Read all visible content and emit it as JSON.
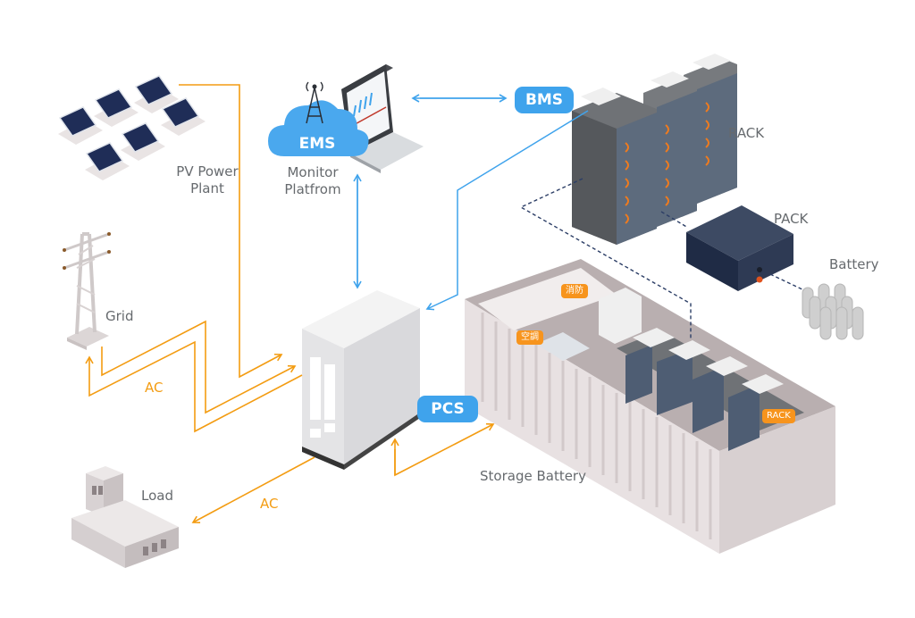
{
  "diagram": {
    "title": "Energy storage system architecture",
    "nodes": {
      "pv": {
        "label_line1": "PV Power",
        "label_line2": "Plant"
      },
      "grid": {
        "label": "Grid"
      },
      "load": {
        "label": "Load"
      },
      "ems": {
        "badge": "EMS",
        "label_line1": "Monitor",
        "label_line2": "Platfrom"
      },
      "bms": {
        "badge": "BMS"
      },
      "rack": {
        "label": "RACK"
      },
      "pack": {
        "label": "PACK"
      },
      "battery": {
        "label": "Battery"
      },
      "pcs": {
        "badge": "PCS"
      },
      "storage": {
        "label": "Storage Battery"
      },
      "container_tags": {
        "fire": "消防",
        "hvac": "空調",
        "rack": "RACK"
      }
    },
    "edges": [
      {
        "from": "pv",
        "to": "pcs",
        "type": "AC",
        "label": ""
      },
      {
        "from": "grid",
        "to": "pcs",
        "type": "AC",
        "label": "AC",
        "bidirectional": true
      },
      {
        "from": "pcs",
        "to": "load",
        "type": "AC",
        "label": "AC"
      },
      {
        "from": "pcs",
        "to": "storage",
        "type": "AC",
        "bidirectional": true
      },
      {
        "from": "ems",
        "to": "bms",
        "type": "comm",
        "bidirectional": true
      },
      {
        "from": "ems",
        "to": "pcs",
        "type": "comm",
        "bidirectional": true
      },
      {
        "from": "bms",
        "to": "pcs",
        "type": "comm",
        "bidirectional": true
      },
      {
        "from": "rack",
        "to": "pack",
        "type": "hierarchy"
      },
      {
        "from": "pack",
        "to": "battery",
        "type": "hierarchy"
      },
      {
        "from": "rack",
        "to": "storage",
        "type": "hierarchy"
      }
    ],
    "colors": {
      "ac_line": "#f39c12",
      "comm_line": "#3fa3ec",
      "hierarchy_line": "#2c3e66",
      "badge_blue": "#3fa3ec",
      "tag_orange": "#f7941d",
      "label_gray": "#666a6e"
    }
  }
}
